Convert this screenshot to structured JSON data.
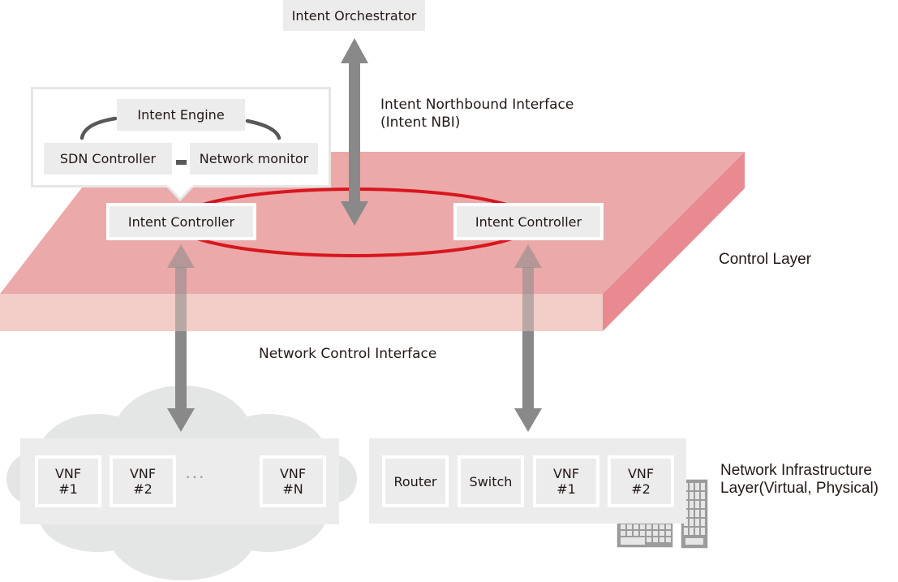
{
  "colors": {
    "slab_top": "#eba9aa",
    "slab_front": "#f2cdc8",
    "slab_side": "#e88a8f",
    "ring": "#d7161e",
    "arrow": "#898989",
    "box_gray": "#ececec",
    "cloud": "#e4e5e5",
    "text": "#231815"
  },
  "orchestrator": {
    "label": "Intent Orchestrator"
  },
  "northbound": {
    "line1": "Intent Northbound Interface",
    "line2": "(Intent NBI)"
  },
  "callout": {
    "engine": "Intent Engine",
    "sdn": "SDN Controller",
    "monitor": "Network monitor"
  },
  "control_layer": {
    "label": "Control Layer",
    "controllers": [
      {
        "label": "Intent Controller"
      },
      {
        "label": "Intent Controller"
      }
    ]
  },
  "network_control_interface": {
    "label": "Network Control Interface"
  },
  "infrastructure": {
    "label_line1": "Network Infrastructure",
    "label_line2": "Layer(Virtual, Physical)",
    "cloud_group": {
      "items": [
        {
          "line1": "VNF",
          "line2": "#1"
        },
        {
          "line1": "VNF",
          "line2": "#2"
        },
        {
          "line1": "VNF",
          "line2": "#N"
        }
      ],
      "ellipsis": "•••"
    },
    "physical_group": {
      "items": [
        {
          "line1": "Router",
          "line2": ""
        },
        {
          "line1": "Switch",
          "line2": ""
        },
        {
          "line1": "VNF",
          "line2": "#1"
        },
        {
          "line1": "VNF",
          "line2": "#2"
        }
      ]
    },
    "icons": [
      "server-rack-icon",
      "server-tower-icon"
    ]
  }
}
